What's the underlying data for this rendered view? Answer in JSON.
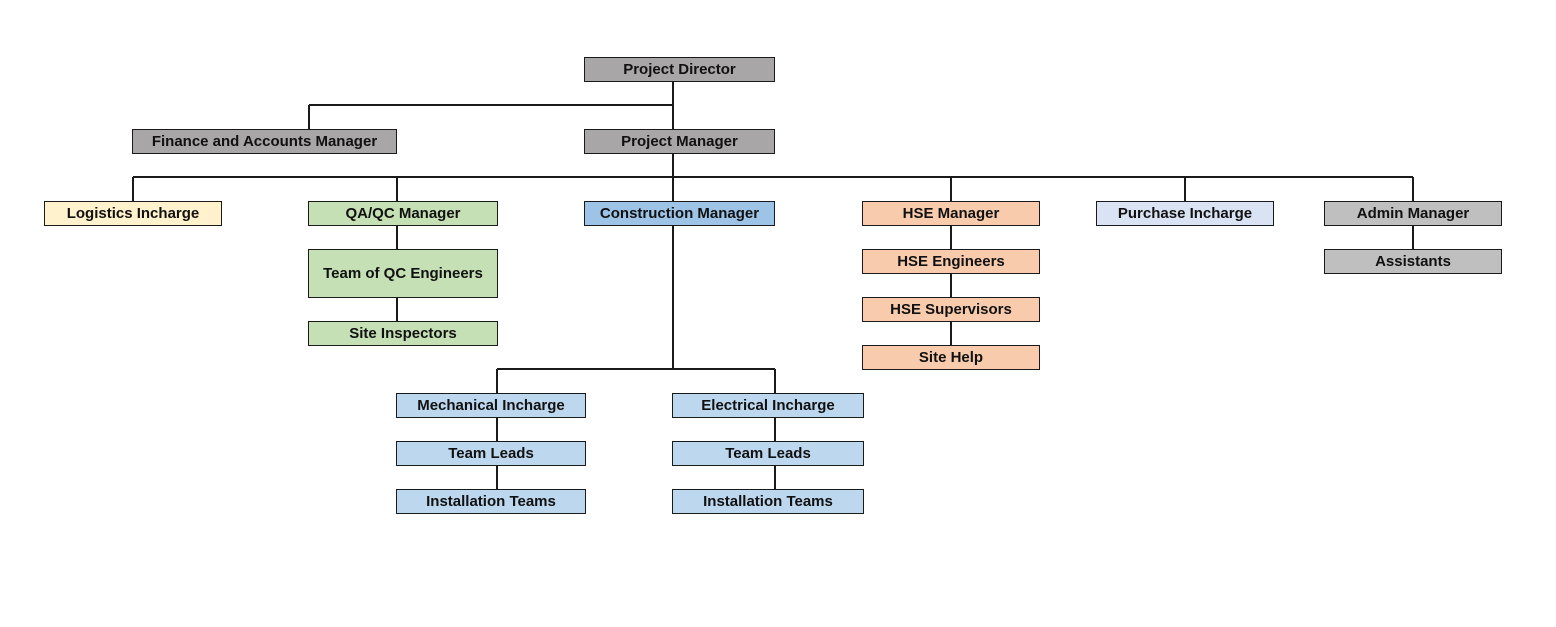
{
  "org_chart": {
    "director": "Project Director",
    "finance": "Finance and Accounts Manager",
    "project_manager": "Project Manager",
    "logistics": "Logistics Incharge",
    "qaqc": {
      "manager": "QA/QC Manager",
      "engineers": "Team of QC Engineers",
      "inspectors": "Site Inspectors"
    },
    "construction": {
      "manager": "Construction Manager",
      "mechanical": {
        "incharge": "Mechanical Incharge",
        "leads": "Team Leads",
        "teams": "Installation Teams"
      },
      "electrical": {
        "incharge": "Electrical Incharge",
        "leads": "Team Leads",
        "teams": "Installation Teams"
      }
    },
    "hse": {
      "manager": "HSE Manager",
      "engineers": "HSE Engineers",
      "supervisors": "HSE Supervisors",
      "site_help": "Site Help"
    },
    "purchase": "Purchase Incharge",
    "admin": {
      "manager": "Admin Manager",
      "assistants": "Assistants"
    }
  },
  "colors": {
    "management": "#a8a6a7",
    "logistics": "#fff2cc",
    "qaqc": "#c5e0b4",
    "construction_manager": "#9dc3e6",
    "construction_teams": "#bdd7ee",
    "hse": "#f8cbad",
    "purchase": "#dae3f3",
    "admin": "#bfbfbf"
  }
}
